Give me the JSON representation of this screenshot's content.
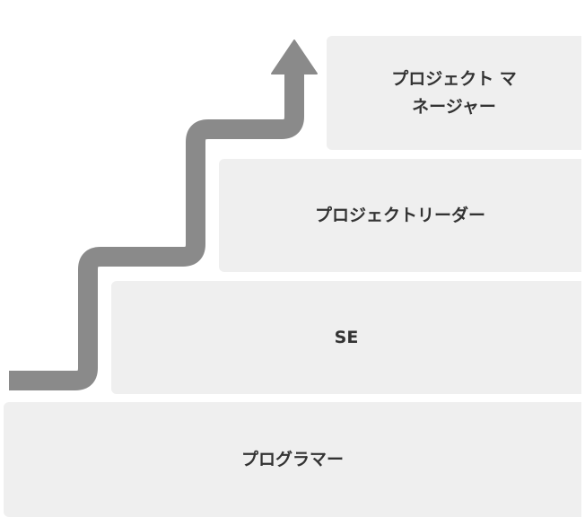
{
  "steps": [
    {
      "label": "プログラマー"
    },
    {
      "label": "SE"
    },
    {
      "label": "プロジェクトリーダー"
    },
    {
      "label": "プロジェクト マネージャー"
    }
  ],
  "colors": {
    "step_fill": "#efefef",
    "text": "#333333",
    "arrow": "#8a8a8a"
  },
  "icons": {
    "career_arrow": "up-stair-arrow-icon"
  }
}
